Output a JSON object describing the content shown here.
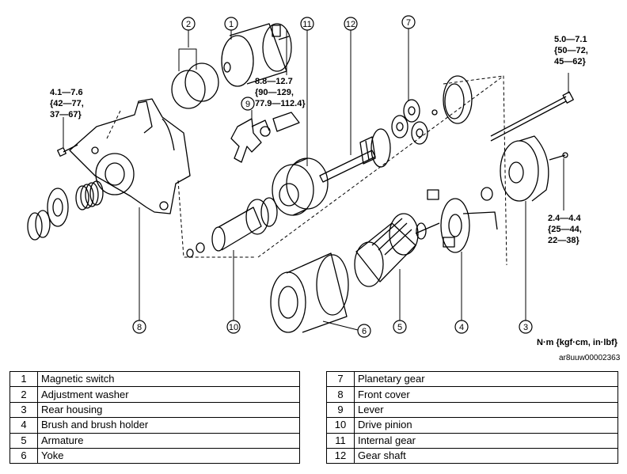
{
  "diagram": {
    "part_numbers": [
      "1",
      "2",
      "3",
      "4",
      "5",
      "6",
      "7",
      "8",
      "9",
      "10",
      "11",
      "12"
    ],
    "torque_labels": {
      "magnetic_switch": [
        "8.8—12.7",
        "{90—129,",
        "77.9—112.4}"
      ],
      "front_cover": [
        "4.1—7.6",
        "{42—77,",
        "37—67}"
      ],
      "through_bolt": [
        "5.0—7.1",
        "{50—72,",
        "45—62}"
      ],
      "rear_screw": [
        "2.4—4.4",
        "{25—44,",
        "22—38}"
      ]
    },
    "unit_note": "N·m {kgf·cm, in·lbf}",
    "figure_id": "ar8uuw00002363"
  },
  "legend": {
    "left": [
      {
        "num": "1",
        "name": "Magnetic switch"
      },
      {
        "num": "2",
        "name": "Adjustment washer"
      },
      {
        "num": "3",
        "name": "Rear housing"
      },
      {
        "num": "4",
        "name": "Brush and brush holder"
      },
      {
        "num": "5",
        "name": "Armature"
      },
      {
        "num": "6",
        "name": "Yoke"
      }
    ],
    "right": [
      {
        "num": "7",
        "name": "Planetary gear"
      },
      {
        "num": "8",
        "name": "Front cover"
      },
      {
        "num": "9",
        "name": "Lever"
      },
      {
        "num": "10",
        "name": "Drive pinion"
      },
      {
        "num": "11",
        "name": "Internal gear"
      },
      {
        "num": "12",
        "name": "Gear shaft"
      }
    ]
  }
}
